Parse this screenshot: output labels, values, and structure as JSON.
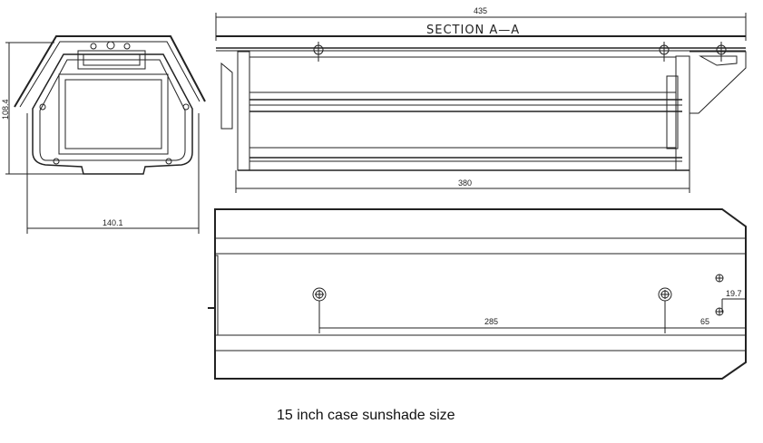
{
  "section_title": "SECTION A—A",
  "dimensions": {
    "overall_length": "435",
    "inner_length": "380",
    "front_height": "108.4",
    "front_width": "140.1",
    "hole_spacing": "285",
    "end_offset": "65",
    "small_hole_offset": "19.7"
  },
  "caption": "15 inch case sunshade size",
  "colors": {
    "line": "#222222",
    "background": "#ffffff"
  }
}
